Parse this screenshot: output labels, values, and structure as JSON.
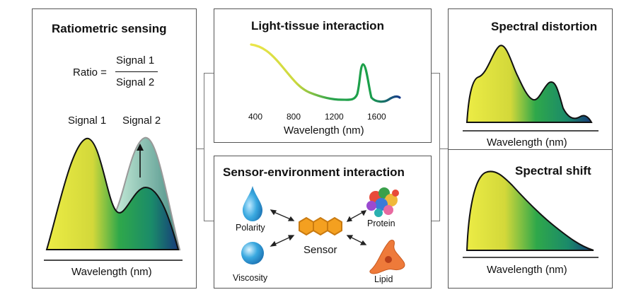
{
  "left": {
    "title": "Ratiometric sensing",
    "ratio_label": "Ratio =",
    "numerator": "Signal 1",
    "denominator": "Signal 2",
    "peak1_label": "Signal 1",
    "peak2_label": "Signal 2",
    "xlabel": "Wavelength (nm)"
  },
  "top_center": {
    "title": "Light-tissue interaction",
    "xlabel": "Wavelength (nm)",
    "ticks": [
      "400",
      "800",
      "1200",
      "1600"
    ]
  },
  "bottom_center": {
    "title": "Sensor-environment interaction",
    "sensor_label": "Sensor",
    "polarity_label": "Polarity",
    "viscosity_label": "Viscosity",
    "protein_label": "Protein",
    "lipid_label": "Lipid"
  },
  "top_right": {
    "title": "Spectral distortion",
    "xlabel": "Wavelength (nm)"
  },
  "bottom_right": {
    "title": "Spectral shift",
    "xlabel": "Wavelength (nm)"
  },
  "colors": {
    "yellow": "#e8e23a",
    "green": "#1aa04a",
    "navy": "#143a7a",
    "sensor_orange": "#f4a020",
    "drop_blue": "#3aa9e0",
    "lipid_orange": "#ee7a3a"
  }
}
